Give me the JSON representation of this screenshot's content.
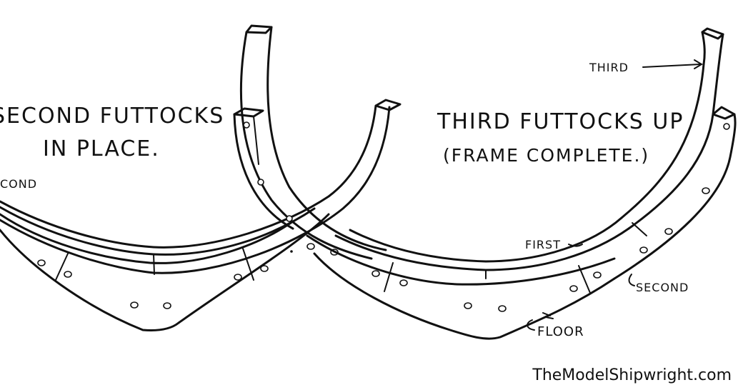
{
  "left_figure": {
    "title_line1": "SECOND FUTTOCKS",
    "title_line2": "IN PLACE.",
    "label_second": "COND"
  },
  "right_figure": {
    "title_line1": "THIRD FUTTOCKS UP",
    "title_line2": "(FRAME COMPLETE.)",
    "label_third": "THIRD",
    "label_first": "FIRST",
    "label_second": "SECOND",
    "label_floor": "FLOOR"
  },
  "watermark": "TheModelShipwright.com"
}
